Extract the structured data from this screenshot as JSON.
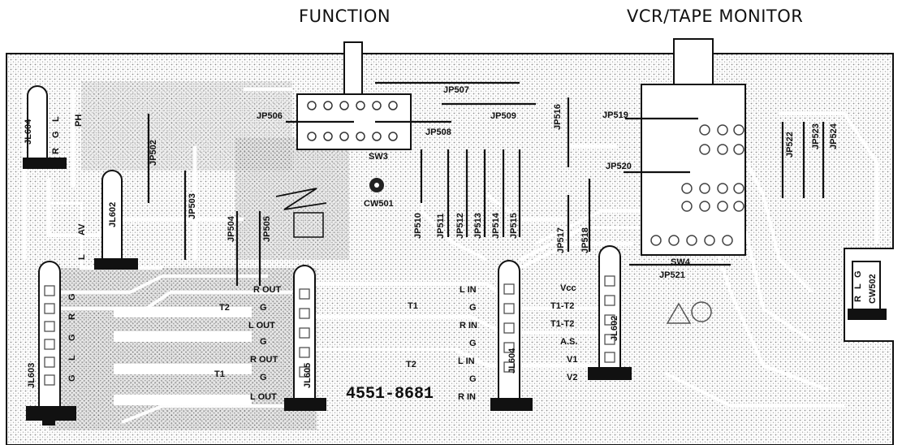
{
  "header": {
    "function_label": "FUNCTION",
    "vcr_label": "VCR/TAPE MONITOR"
  },
  "board": {
    "part_number": "4551-8681",
    "connectors": [
      "JL604",
      "JL603",
      "JL602",
      "JL605",
      "JL604",
      "JL602",
      "CW502",
      "CW501"
    ],
    "switches": [
      "SW3",
      "SW4"
    ],
    "jumpers_horizontal": [
      "JP506",
      "JP507",
      "JP508",
      "JP509",
      "JP519",
      "JP520",
      "JP521"
    ],
    "jumpers_vertical": [
      "JP502",
      "JP503",
      "JP504",
      "JP505",
      "JP510",
      "JP511",
      "JP512",
      "JP513",
      "JP514",
      "JP515",
      "JP516",
      "JP517",
      "JP518",
      "JP522",
      "JP523",
      "JP524"
    ],
    "jack_labels_left": [
      "R OUT",
      "G",
      "L OUT",
      "G",
      "R OUT",
      "G",
      "L OUT"
    ],
    "jack_labels_middle": [
      "L IN",
      "G",
      "R IN",
      "G",
      "L IN",
      "G",
      "R IN"
    ],
    "jack_labels_right": [
      "Vcc",
      "T1-T2",
      "T1-T2",
      "A.S.",
      "V1",
      "V2"
    ],
    "misc_labels": [
      "T1",
      "T2",
      "T2",
      "T1",
      "R",
      "G",
      "L",
      "AV",
      "PH",
      "L",
      "G",
      "R",
      "L",
      "G",
      "R",
      "G",
      "L",
      "G"
    ],
    "colors": {
      "ink": "#111111",
      "board": "#ffffff",
      "shading": "#9a9a9a"
    }
  }
}
